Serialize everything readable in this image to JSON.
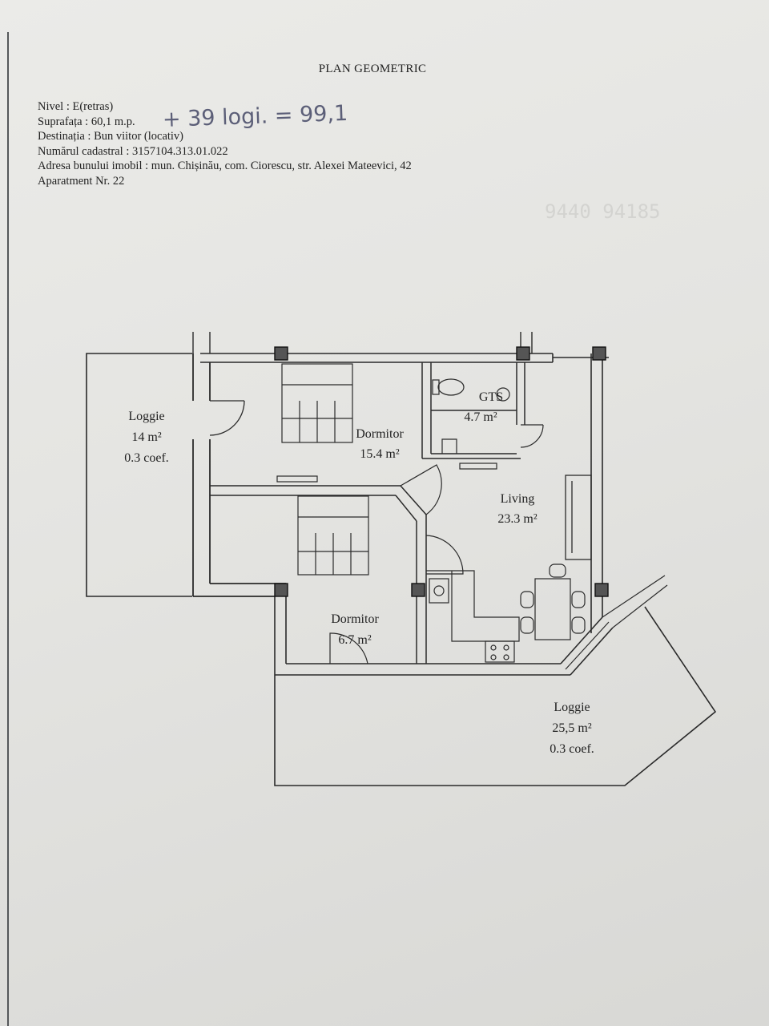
{
  "document": {
    "title": "PLAN GEOMETRIC",
    "fields": [
      "Nivel : E(retras)",
      "Suprafața : 60,1 m.p.",
      "Destinația : Bun viitor (locativ)",
      "Numărul cadastral : 3157104.313.01.022",
      "Adresa bunului imobil : mun. Chișinău, com. Ciorescu, str. Alexei Mateevici, 42",
      "Aparatment Nr. 22"
    ],
    "handwritten_note": "+ 39 logi. = 99,1",
    "faint_stamp": "9440  94185"
  },
  "plan": {
    "rooms": [
      {
        "name": "Loggie",
        "area": "14 m²",
        "coef": "0.3 coef."
      },
      {
        "name": "Dormitor",
        "area": "15.4 m²"
      },
      {
        "name": "GTS",
        "area": "4.7 m²"
      },
      {
        "name": "Living",
        "area": "23.3 m²"
      },
      {
        "name": "Dormitor",
        "area": "6.7 m²"
      },
      {
        "name": "Loggie",
        "area": "25,5 m²",
        "coef": "0.3 coef."
      }
    ]
  },
  "colors": {
    "ink": "#2a2a2a",
    "paper": "#e6e6e3",
    "handwriting": "#5c5f78"
  }
}
